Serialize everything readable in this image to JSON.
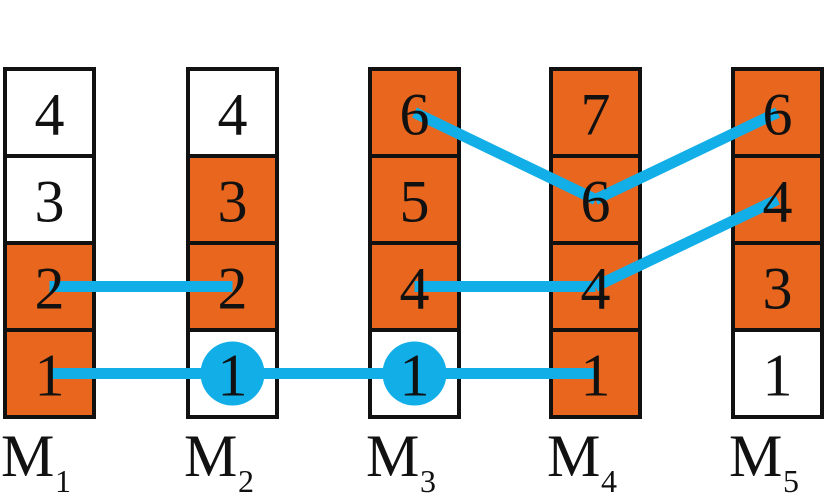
{
  "colors": {
    "highlight": "#e8661e",
    "plain": "#ffffff",
    "border": "#111111",
    "link": "#11aee8"
  },
  "columns": [
    {
      "label": "M",
      "subscript": "1",
      "cells": [
        {
          "value": "4",
          "highlighted": false
        },
        {
          "value": "3",
          "highlighted": false
        },
        {
          "value": "2",
          "highlighted": true
        },
        {
          "value": "1",
          "highlighted": true
        }
      ]
    },
    {
      "label": "M",
      "subscript": "2",
      "cells": [
        {
          "value": "4",
          "highlighted": false
        },
        {
          "value": "3",
          "highlighted": true
        },
        {
          "value": "2",
          "highlighted": true
        },
        {
          "value": "1",
          "highlighted": false
        }
      ]
    },
    {
      "label": "M",
      "subscript": "3",
      "cells": [
        {
          "value": "6",
          "highlighted": true
        },
        {
          "value": "5",
          "highlighted": true
        },
        {
          "value": "4",
          "highlighted": true
        },
        {
          "value": "1",
          "highlighted": false
        }
      ]
    },
    {
      "label": "M",
      "subscript": "4",
      "cells": [
        {
          "value": "7",
          "highlighted": true
        },
        {
          "value": "6",
          "highlighted": true
        },
        {
          "value": "4",
          "highlighted": true
        },
        {
          "value": "1",
          "highlighted": true
        }
      ]
    },
    {
      "label": "M",
      "subscript": "5",
      "cells": [
        {
          "value": "6",
          "highlighted": true
        },
        {
          "value": "4",
          "highlighted": true
        },
        {
          "value": "3",
          "highlighted": true
        },
        {
          "value": "1",
          "highlighted": false
        }
      ]
    }
  ],
  "links": [
    {
      "from": [
        0,
        2
      ],
      "to": [
        1,
        2
      ]
    },
    {
      "from": [
        0,
        3
      ],
      "to": [
        3,
        3
      ]
    },
    {
      "from": [
        2,
        2
      ],
      "to": [
        3,
        2
      ]
    },
    {
      "from": [
        2,
        0
      ],
      "to": [
        3,
        1
      ]
    },
    {
      "from": [
        3,
        1
      ],
      "to": [
        4,
        0
      ]
    },
    {
      "from": [
        3,
        2
      ],
      "to": [
        4,
        1
      ]
    }
  ],
  "markers": [
    {
      "column": 1,
      "row": 3
    },
    {
      "column": 2,
      "row": 3
    }
  ]
}
